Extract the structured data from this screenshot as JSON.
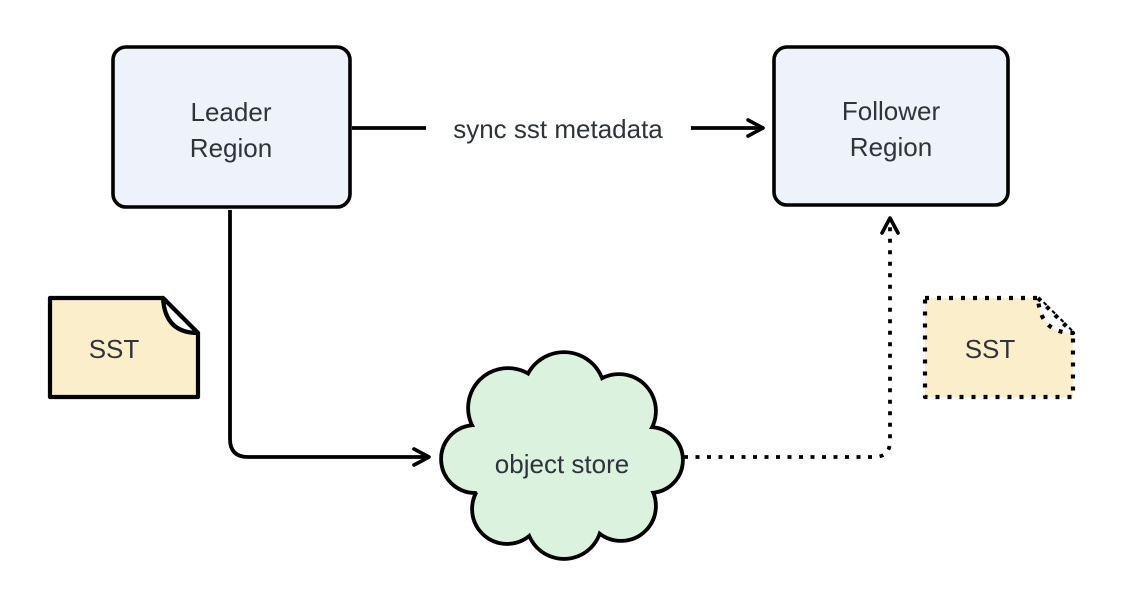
{
  "diagram": {
    "type": "architecture-flow",
    "background": "#ffffff"
  },
  "colors": {
    "region_fill": "#eef2fb",
    "region_stroke": "#000000",
    "sst_fill": "#fbeeca",
    "sst_fold_fill": "#ffffff",
    "cloud_fill": "#daf2de",
    "line": "#000000",
    "text": "#2f343a"
  },
  "nodes": {
    "leader": {
      "label_line1": "Leader",
      "label_line2": "Region",
      "shape": "rounded-rect"
    },
    "follower": {
      "label_line1": "Follower",
      "label_line2": "Region",
      "shape": "rounded-rect"
    },
    "object_store": {
      "label": "object store",
      "shape": "cloud"
    },
    "sst_left": {
      "label": "SST",
      "shape": "note",
      "border": "solid"
    },
    "sst_right": {
      "label": "SST",
      "shape": "note",
      "border": "dotted"
    }
  },
  "edges": {
    "sync": {
      "label": "sync sst metadata",
      "from": "leader",
      "to": "follower",
      "style": "solid-arrow"
    },
    "upload": {
      "label": "",
      "from": "leader",
      "to": "object_store",
      "style": "solid-arrow"
    },
    "download": {
      "label": "",
      "from": "object_store",
      "to": "follower",
      "style": "dotted-arrow"
    }
  }
}
